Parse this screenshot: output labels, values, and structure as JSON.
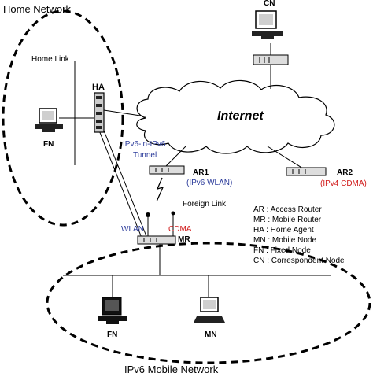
{
  "colors": {
    "blue": "#2a3a9a",
    "red": "#d11a1a"
  },
  "regions": {
    "home_network": "Home Network",
    "mobile_network": "IPv6 Mobile Network",
    "home_link": "Home Link",
    "internet": "Internet",
    "foreign_link": "Foreign Link"
  },
  "tunnel": {
    "line1": "IPv6-in-IPv6",
    "line2": "Tunnel"
  },
  "nodes": {
    "cn": "CN",
    "ha": "HA",
    "fn_home": "FN",
    "ar1": "AR1",
    "ar1_sub": "(IPv6 WLAN)",
    "ar2": "AR2",
    "ar2_sub": "(IPv4 CDMA)",
    "mr": "MR",
    "wlan": "WLAN",
    "cdma": "CDMA",
    "fn_mobile": "FN",
    "mn": "MN"
  },
  "legend": [
    "AR : Access Router",
    "MR : Mobile Router",
    "HA : Home Agent",
    "MN : Mobile Node",
    "FN : Fixed Node",
    "CN : Correspondent Node"
  ]
}
